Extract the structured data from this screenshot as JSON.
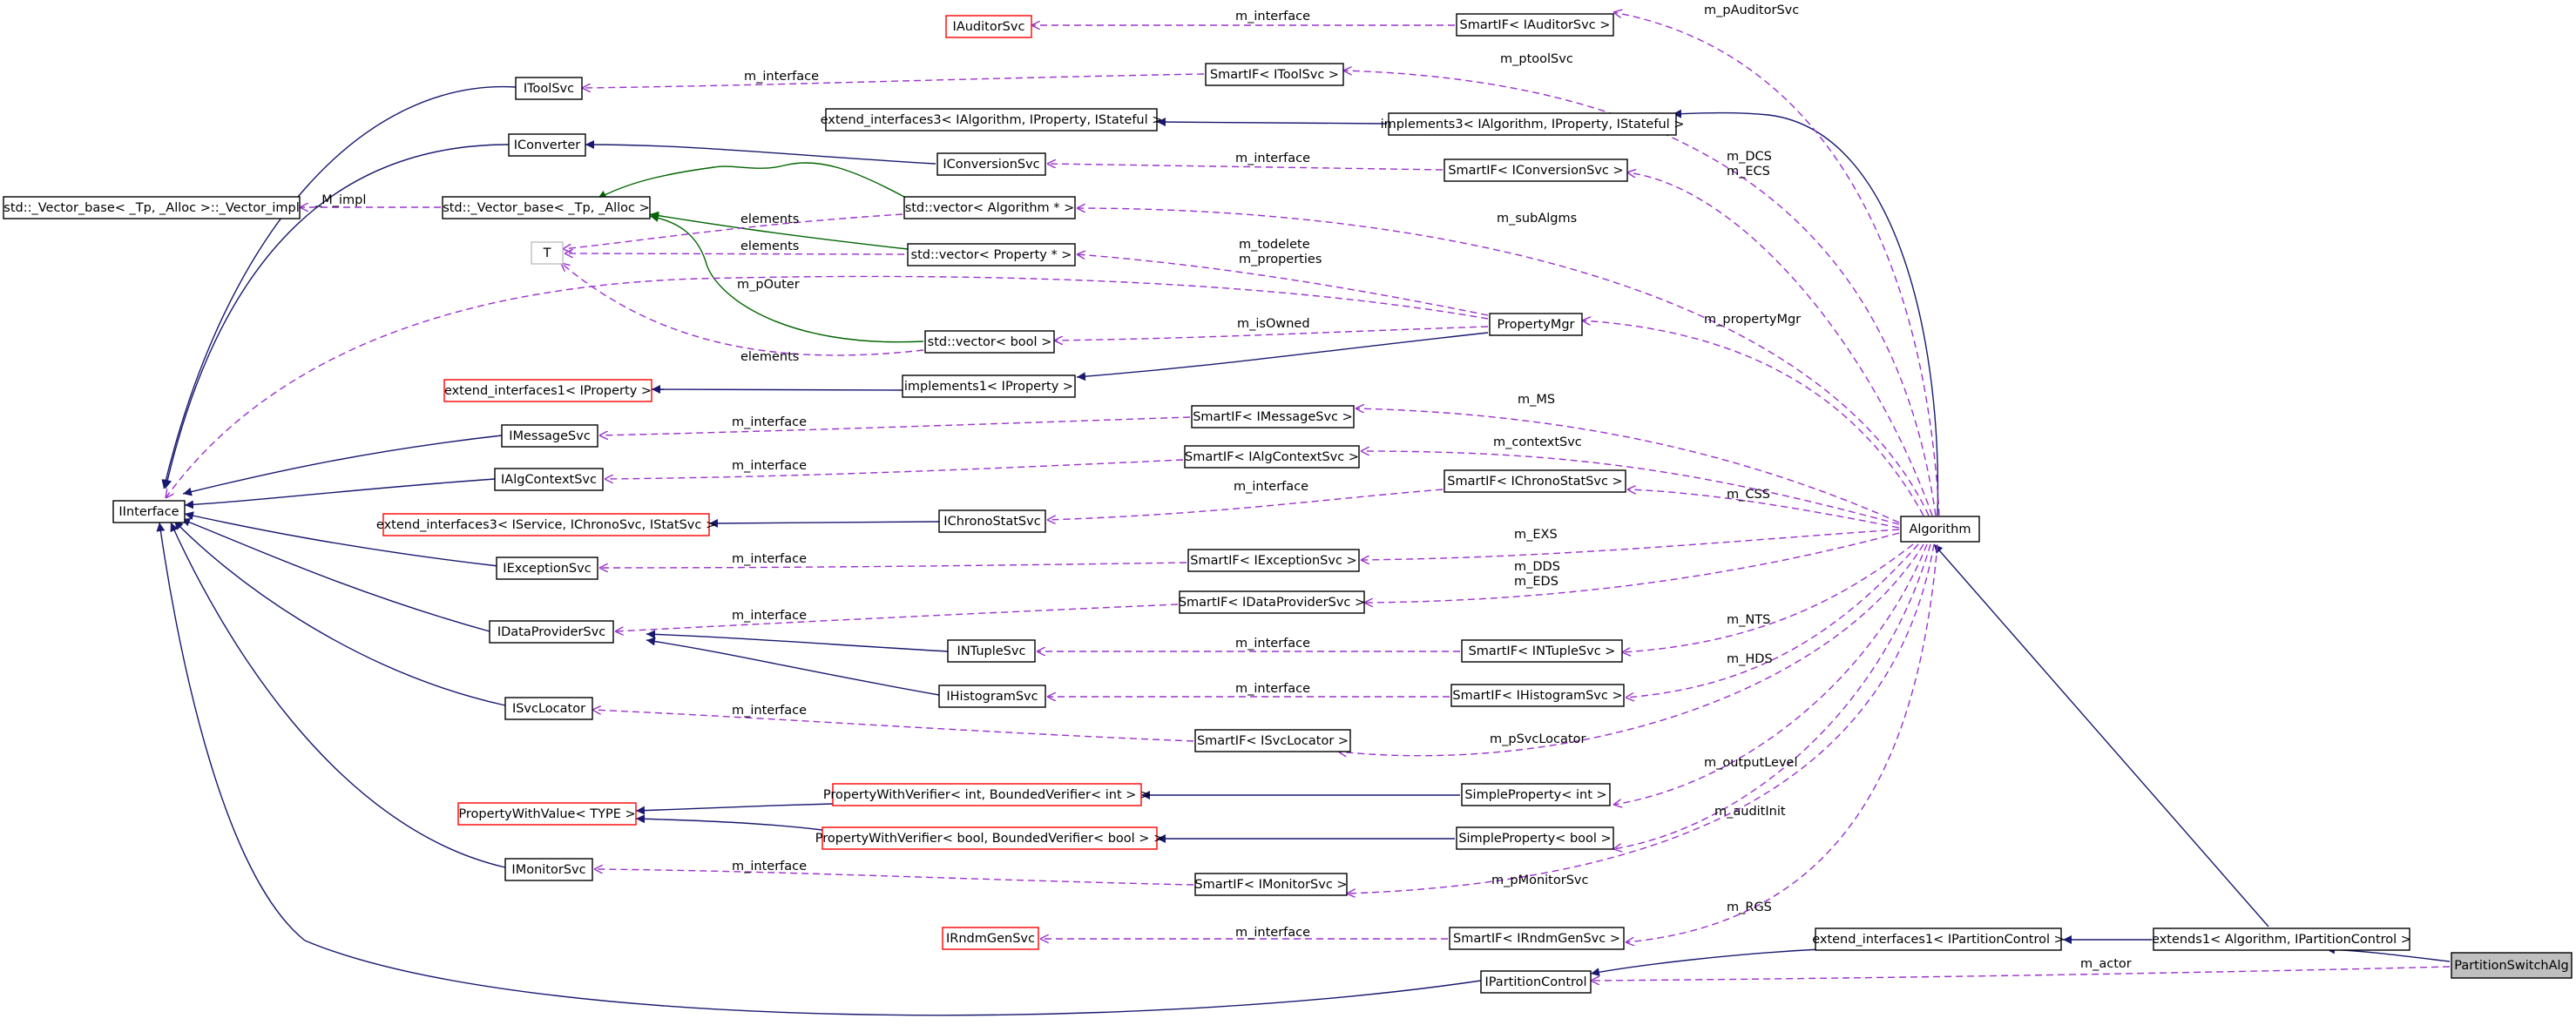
{
  "nodes": {
    "IAuditorSvc": "IAuditorSvc",
    "SmartIF_IAuditorSvc": "SmartIF< IAuditorSvc >",
    "IToolSvc": "IToolSvc",
    "SmartIF_IToolSvc": "SmartIF< IToolSvc >",
    "extend_interfaces3_IAlgorithm": "extend_interfaces3< IAlgorithm, IProperty, IStateful >",
    "implements3_IAlgorithm": "implements3< IAlgorithm, IProperty, IStateful >",
    "IConverter": "IConverter",
    "IConversionSvc": "IConversionSvc",
    "SmartIF_IConversionSvc": "SmartIF< IConversionSvc >",
    "Vector_impl": "std::_Vector_base< _Tp, _Alloc >::_Vector_impl",
    "Vector_base": "std::_Vector_base< _Tp, _Alloc >",
    "vector_Algorithm": "std::vector< Algorithm * >",
    "T": "T",
    "vector_Property": "std::vector< Property * >",
    "vector_bool": "std::vector< bool >",
    "PropertyMgr": "PropertyMgr",
    "extend_interfaces1_IProperty": "extend_interfaces1< IProperty >",
    "implements1_IProperty": "implements1< IProperty >",
    "IMessageSvc": "IMessageSvc",
    "SmartIF_IMessageSvc": "SmartIF< IMessageSvc >",
    "IAlgContextSvc": "IAlgContextSvc",
    "SmartIF_IAlgContextSvc": "SmartIF< IAlgContextSvc >",
    "IInterface": "IInterface",
    "SmartIF_IChronoStatSvc": "SmartIF< IChronoStatSvc >",
    "extend_interfaces3_IService": "extend_interfaces3< IService, IChronoSvc, IStatSvc >",
    "IChronoStatSvc": "IChronoStatSvc",
    "Algorithm": "Algorithm",
    "IExceptionSvc": "IExceptionSvc",
    "SmartIF_IExceptionSvc": "SmartIF< IExceptionSvc >",
    "SmartIF_IDataProviderSvc": "SmartIF< IDataProviderSvc >",
    "IDataProviderSvc": "IDataProviderSvc",
    "INTupleSvc": "INTupleSvc",
    "SmartIF_INTupleSvc": "SmartIF< INTupleSvc >",
    "IHistogramSvc": "IHistogramSvc",
    "SmartIF_IHistogramSvc": "SmartIF< IHistogramSvc >",
    "ISvcLocator": "ISvcLocator",
    "SmartIF_ISvcLocator": "SmartIF< ISvcLocator >",
    "PropertyWithVerifier_int": "PropertyWithVerifier< int, BoundedVerifier< int > >",
    "SimpleProperty_int": "SimpleProperty< int >",
    "PropertyWithValue_TYPE": "PropertyWithValue< TYPE >",
    "PropertyWithVerifier_bool": "PropertyWithVerifier< bool, BoundedVerifier< bool > >",
    "SimpleProperty_bool": "SimpleProperty< bool >",
    "IMonitorSvc": "IMonitorSvc",
    "SmartIF_IMonitorSvc": "SmartIF< IMonitorSvc >",
    "IRndmGenSvc": "IRndmGenSvc",
    "SmartIF_IRndmGenSvc": "SmartIF< IRndmGenSvc >",
    "extend_interfaces1_IPartitionControl": "extend_interfaces1< IPartitionControl >",
    "extends1_Algorithm": "extends1< Algorithm, IPartitionControl >",
    "PartitionSwitchAlg": "PartitionSwitchAlg",
    "IPartitionControl": "IPartitionControl"
  },
  "labels": {
    "m_interface": "m_interface",
    "m_pAuditorSvc": "m_pAuditorSvc",
    "m_ptoolSvc": "m_ptoolSvc",
    "m_DCS": "m_DCS",
    "m_ECS": "m_ECS",
    "M_impl": "_M_impl",
    "elements": "elements",
    "m_subAlgms": "m_subAlgms",
    "m_todelete": "m_todelete",
    "m_properties": "m_properties",
    "m_pOuter": "m_pOuter",
    "m_isOwned": "m_isOwned",
    "m_propertyMgr": "m_propertyMgr",
    "m_MS": "m_MS",
    "m_contextSvc": "m_contextSvc",
    "m_CSS": "m_CSS",
    "m_EXS": "m_EXS",
    "m_DDS": "m_DDS",
    "m_EDS": "m_EDS",
    "m_NTS": "m_NTS",
    "m_HDS": "m_HDS",
    "m_pSvcLocator": "m_pSvcLocator",
    "m_outputLevel": "m_outputLevel",
    "m_auditInit": "m_auditInit",
    "m_pMonitorSvc": "m_pMonitorSvc",
    "m_RGS": "m_RGS",
    "m_actor": "m_actor"
  }
}
